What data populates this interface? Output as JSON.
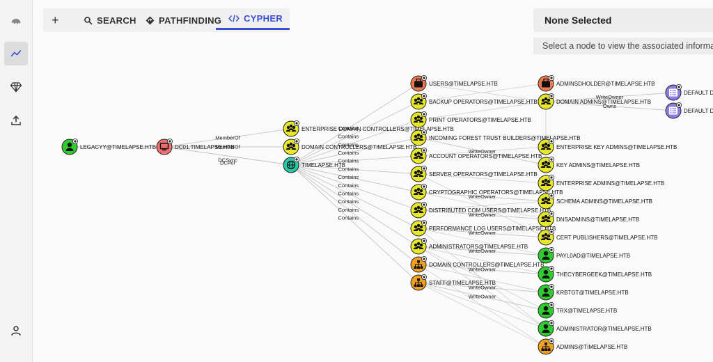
{
  "tabs": {
    "add_label": "+",
    "search": "SEARCH",
    "pathfinding": "PATHFINDING",
    "cypher": "CYPHER"
  },
  "panel": {
    "title": "None Selected",
    "message": "Select a node to view the associated informa"
  },
  "sidebar": {
    "icons": [
      "logo-icon",
      "explore-icon",
      "gem-icon",
      "upload-icon",
      "user-icon"
    ]
  },
  "colors": {
    "user": "#2ecc2e",
    "group": "#e8e82a",
    "computer": "#ee6f6f",
    "domain": "#26c6a6",
    "ou": "#f0a020",
    "container": "#f07a50",
    "gpo": "#8f7be6",
    "accent": "#3b4ed8"
  },
  "graph": {
    "nodes": [
      {
        "id": "legacyy",
        "label": "LEGACYY@TIMELAPSE.HTB",
        "kind": "user"
      },
      {
        "id": "dc01",
        "label": "DC01.TIMELAPSE.HTB",
        "kind": "computer"
      },
      {
        "id": "edc",
        "label": "ENTERPRISE DOMAIN CONTROLLERS@TIMELAPSE.HTB",
        "kind": "group"
      },
      {
        "id": "dc",
        "label": "DOMAIN CONTROLLERS@TIMELAPSE.HTB",
        "kind": "group"
      },
      {
        "id": "dom",
        "label": "TIMELAPSE.HTB",
        "kind": "domain"
      },
      {
        "id": "users",
        "label": "USERS@TIMELAPSE.HTB",
        "kind": "container"
      },
      {
        "id": "backup",
        "label": "BACKUP OPERATORS@TIMELAPSE.HTB",
        "kind": "group"
      },
      {
        "id": "print",
        "label": "PRINT OPERATORS@TIMELAPSE.HTB",
        "kind": "group"
      },
      {
        "id": "iftb",
        "label": "INCOMING FOREST TRUST BUILDERS@TIMELAPSE.HTB",
        "kind": "group"
      },
      {
        "id": "account",
        "label": "ACCOUNT OPERATORS@TIMELAPSE.HTB",
        "kind": "group"
      },
      {
        "id": "server",
        "label": "SERVER OPERATORS@TIMELAPSE.HTB",
        "kind": "group"
      },
      {
        "id": "crypto",
        "label": "CRYPTOGRAPHIC OPERATORS@TIMELAPSE.HTB",
        "kind": "group"
      },
      {
        "id": "dcom",
        "label": "DISTRIBUTED COM USERS@TIMELAPSE.HTB",
        "kind": "group"
      },
      {
        "id": "perflog",
        "label": "PERFORMANCE LOG USERS@TIMELAPSE.HTB",
        "kind": "group"
      },
      {
        "id": "admins",
        "label": "ADMINISTRATORS@TIMELAPSE.HTB",
        "kind": "group"
      },
      {
        "id": "dcou",
        "label": "DOMAIN CONTROLLERS@TIMELAPSE.HTB",
        "kind": "ou"
      },
      {
        "id": "staff",
        "label": "STAFF@TIMELAPSE.HTB",
        "kind": "ou"
      },
      {
        "id": "adminsd",
        "label": "ADMINSDHOLDER@TIMELAPSE.HTB",
        "kind": "container"
      },
      {
        "id": "da",
        "label": "DOMAIN ADMINS@TIMELAPSE.HTB",
        "kind": "group"
      },
      {
        "id": "eka",
        "label": "ENTERPRISE KEY ADMINS@TIMELAPSE.HTB",
        "kind": "group"
      },
      {
        "id": "ka",
        "label": "KEY ADMINS@TIMELAPSE.HTB",
        "kind": "group"
      },
      {
        "id": "ea",
        "label": "ENTERPRISE ADMINS@TIMELAPSE.HTB",
        "kind": "group"
      },
      {
        "id": "sa",
        "label": "SCHEMA ADMINS@TIMELAPSE.HTB",
        "kind": "group"
      },
      {
        "id": "dns",
        "label": "DNSADMINS@TIMELAPSE.HTB",
        "kind": "group"
      },
      {
        "id": "cp",
        "label": "CERT PUBLISHERS@TIMELAPSE.HTB",
        "kind": "group"
      },
      {
        "id": "payl0ad",
        "label": "PAYL0AD@TIMELAPSE.HTB",
        "kind": "user"
      },
      {
        "id": "tcg",
        "label": "THECYBERGEEK@TIMELAPSE.HTB",
        "kind": "user"
      },
      {
        "id": "krbtgt",
        "label": "KRBTGT@TIMELAPSE.HTB",
        "kind": "user"
      },
      {
        "id": "trx",
        "label": "TRX@TIMELAPSE.HTB",
        "kind": "user"
      },
      {
        "id": "admin",
        "label": "ADMINISTRATOR@TIMELAPSE.HTB",
        "kind": "user"
      },
      {
        "id": "adm",
        "label": "ADMINS@TIMELAPSE.HTB",
        "kind": "ou"
      },
      {
        "id": "gpo1",
        "label": "DEFAULT DO",
        "kind": "gpo"
      },
      {
        "id": "gpo2",
        "label": "DEFAULT DO",
        "kind": "gpo"
      }
    ],
    "edges": [
      {
        "from": "legacyy",
        "to": "dc01",
        "label": ""
      },
      {
        "from": "dc01",
        "to": "edc",
        "label": "MemberOf"
      },
      {
        "from": "dc01",
        "to": "dc",
        "label": "MemberOf"
      },
      {
        "from": "dc01",
        "to": "dom",
        "label": "DCFor"
      },
      {
        "from": "dc01",
        "to": "dom",
        "label": "DCSync"
      },
      {
        "from": "dom",
        "to": "users",
        "label": "Contains"
      },
      {
        "from": "dom",
        "to": "backup",
        "label": "Contains"
      },
      {
        "from": "dom",
        "to": "print",
        "label": "Contains"
      },
      {
        "from": "dom",
        "to": "iftb",
        "label": "Contains"
      },
      {
        "from": "dom",
        "to": "account",
        "label": "Contains"
      },
      {
        "from": "dom",
        "to": "server",
        "label": "Contains"
      },
      {
        "from": "dom",
        "to": "crypto",
        "label": "Contains"
      },
      {
        "from": "dom",
        "to": "dcom",
        "label": "Contains"
      },
      {
        "from": "dom",
        "to": "perflog",
        "label": "Contains"
      },
      {
        "from": "dom",
        "to": "admins",
        "label": "Contains"
      },
      {
        "from": "dom",
        "to": "dcou",
        "label": "Contains"
      },
      {
        "from": "dom",
        "to": "staff",
        "label": "Contains"
      },
      {
        "from": "da",
        "to": "gpo1",
        "label": "WriteOwner"
      },
      {
        "from": "da",
        "to": "gpo2",
        "label": "Owns"
      },
      {
        "from": "iftb",
        "to": "ka",
        "label": "WriteOwner"
      },
      {
        "from": "crypto",
        "to": "sa",
        "label": "WriteOwner"
      },
      {
        "from": "dcom",
        "to": "dns",
        "label": "WriteOwner"
      },
      {
        "from": "perflog",
        "to": "cp",
        "label": "WriteOwner"
      },
      {
        "from": "admins",
        "to": "payl0ad",
        "label": "WriteOwner"
      },
      {
        "from": "dcou",
        "to": "tcg",
        "label": "WriteOwner"
      },
      {
        "from": "staff",
        "to": "krbtgt",
        "label": "WriteOwner"
      },
      {
        "from": "staff",
        "to": "trx",
        "label": "WriteOwner"
      }
    ]
  }
}
